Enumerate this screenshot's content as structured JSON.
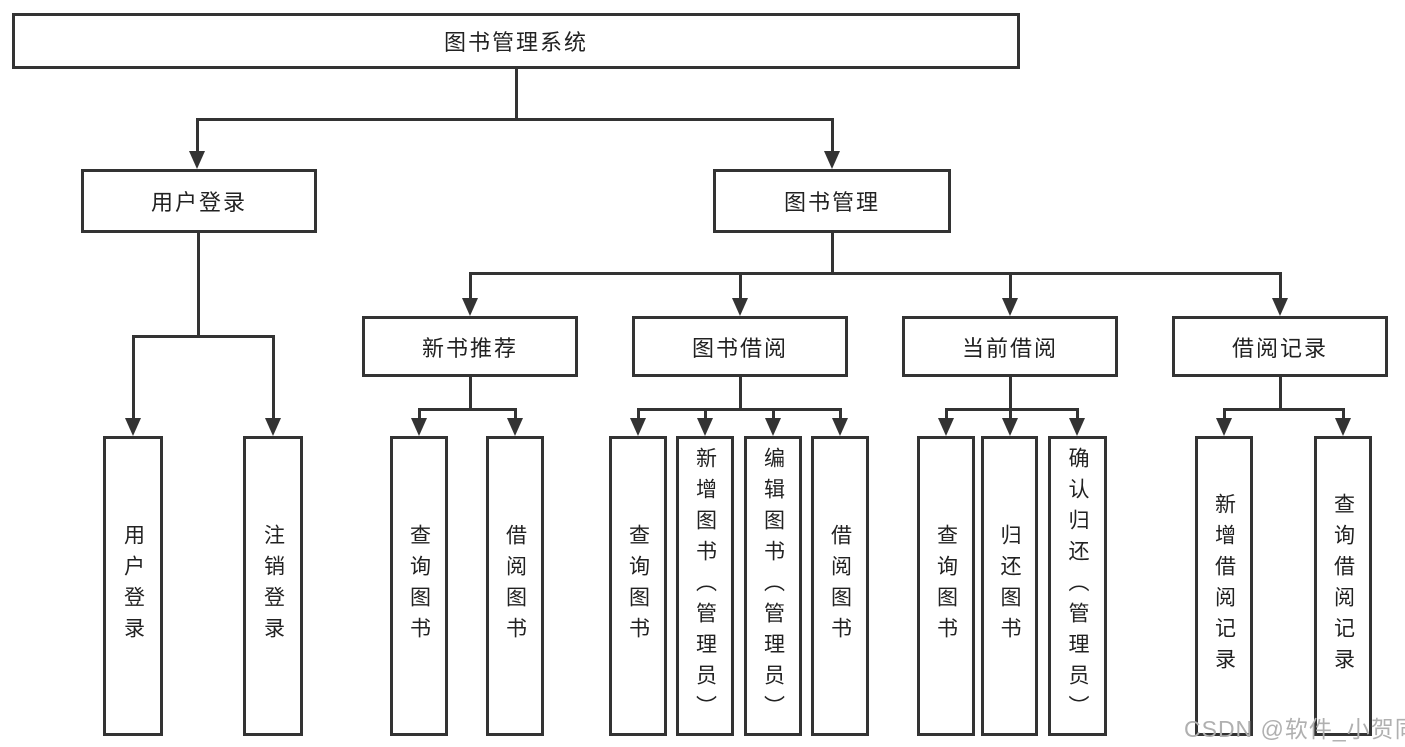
{
  "colors": {
    "line": "#333333",
    "text": "#222222",
    "box_bg": "#ffffff",
    "watermark": "#b0b0b0"
  },
  "watermark": "CSDN @软件_小贺同学",
  "tree": {
    "root": "图书管理系统",
    "user_login": {
      "label": "用户登录",
      "children": [
        "用户登录",
        "注销登录"
      ]
    },
    "book_management": {
      "label": "图书管理"
    },
    "new_book_recommend": {
      "label": "新书推荐",
      "children": [
        "查询图书",
        "借阅图书"
      ]
    },
    "book_borrow": {
      "label": "图书借阅",
      "children": [
        "查询图书",
        "新增图书（管理员）",
        "编辑图书（管理员）",
        "借阅图书"
      ]
    },
    "current_borrow": {
      "label": "当前借阅",
      "children": [
        "查询图书",
        "归还图书",
        "确认归还（管理员）"
      ]
    },
    "borrow_records": {
      "label": "借阅记录",
      "children": [
        "新增借阅记录",
        "查询借阅记录"
      ]
    }
  }
}
